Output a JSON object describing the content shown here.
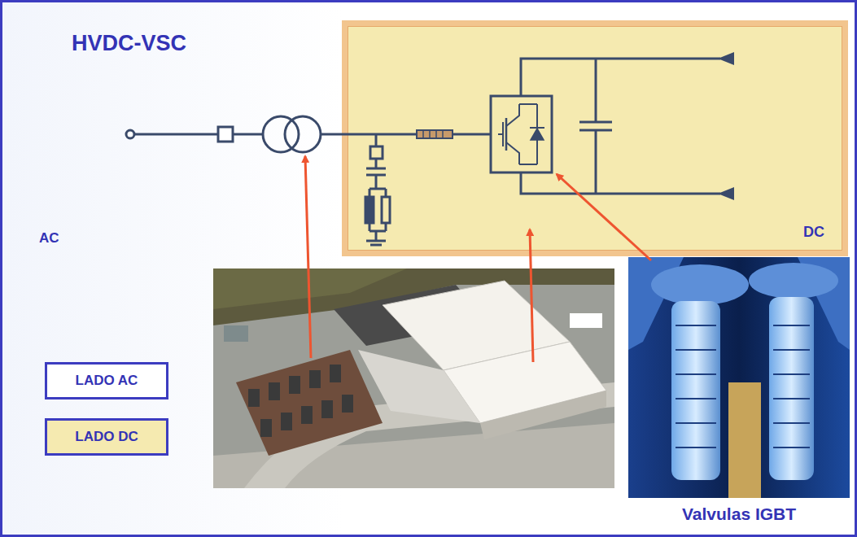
{
  "diagram": {
    "title": "HVDC-VSC",
    "nodes": [
      {
        "text": [
          "DC"
        ]
      }
    ],
    "labels": [
      "AC",
      "Valvulas IGBT"
    ],
    "legend": [
      {
        "text": "LADO AC",
        "color": "#ffffff"
      },
      {
        "text": "LADO DC",
        "color": "#f5eab0"
      }
    ]
  }
}
